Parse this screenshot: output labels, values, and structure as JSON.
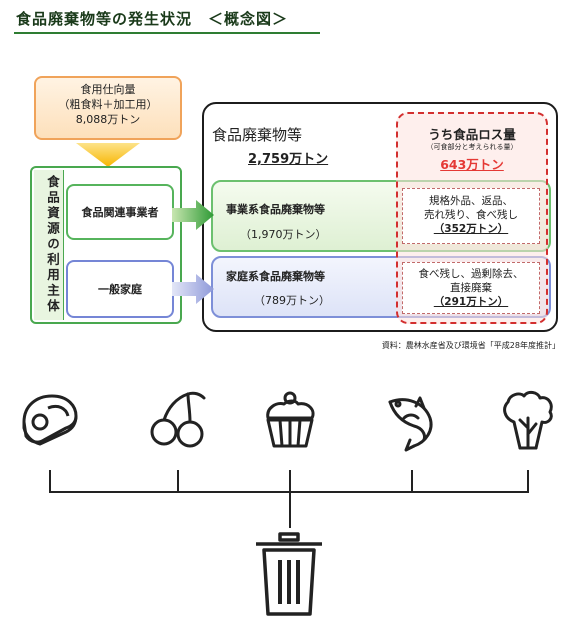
{
  "title": "食品廃棄物等の発生状況　＜概念図＞",
  "supply": {
    "line1": "食用仕向量",
    "line2": "（粗食料＋加工用）",
    "line3": "8,088万トン"
  },
  "source_label": "食品資源の利用主体",
  "entities": {
    "business": "食品関連事業者",
    "household": "一般家庭"
  },
  "waste": {
    "title": "食品廃棄物等",
    "total": "2,759万トン",
    "business_label": "事業系食品廃棄物等",
    "business_value": "（1,970万トン）",
    "household_label": "家庭系食品廃棄物等",
    "household_value": "（789万トン）"
  },
  "loss": {
    "title": "うち食品ロス量",
    "note": "（可食部分と考えられる量）",
    "total": "643万トン",
    "business_line1": "規格外品、返品、",
    "business_line2": "売れ残り、食べ残し",
    "business_value": "（352万トン）",
    "household_line1": "食べ残し、過剰除去、",
    "household_line2": "直接廃棄",
    "household_value": "（291万トン）"
  },
  "source_note": "資料：農林水産省及び環境省「平成28年度推計」",
  "icons": [
    "meat-icon",
    "cherry-icon",
    "cupcake-icon",
    "fish-icon",
    "vegetable-icon",
    "trash-icon"
  ],
  "colors": {
    "green": "#49a84f",
    "blue": "#7586d6",
    "orange": "#f0a35a",
    "red": "#e53935"
  }
}
